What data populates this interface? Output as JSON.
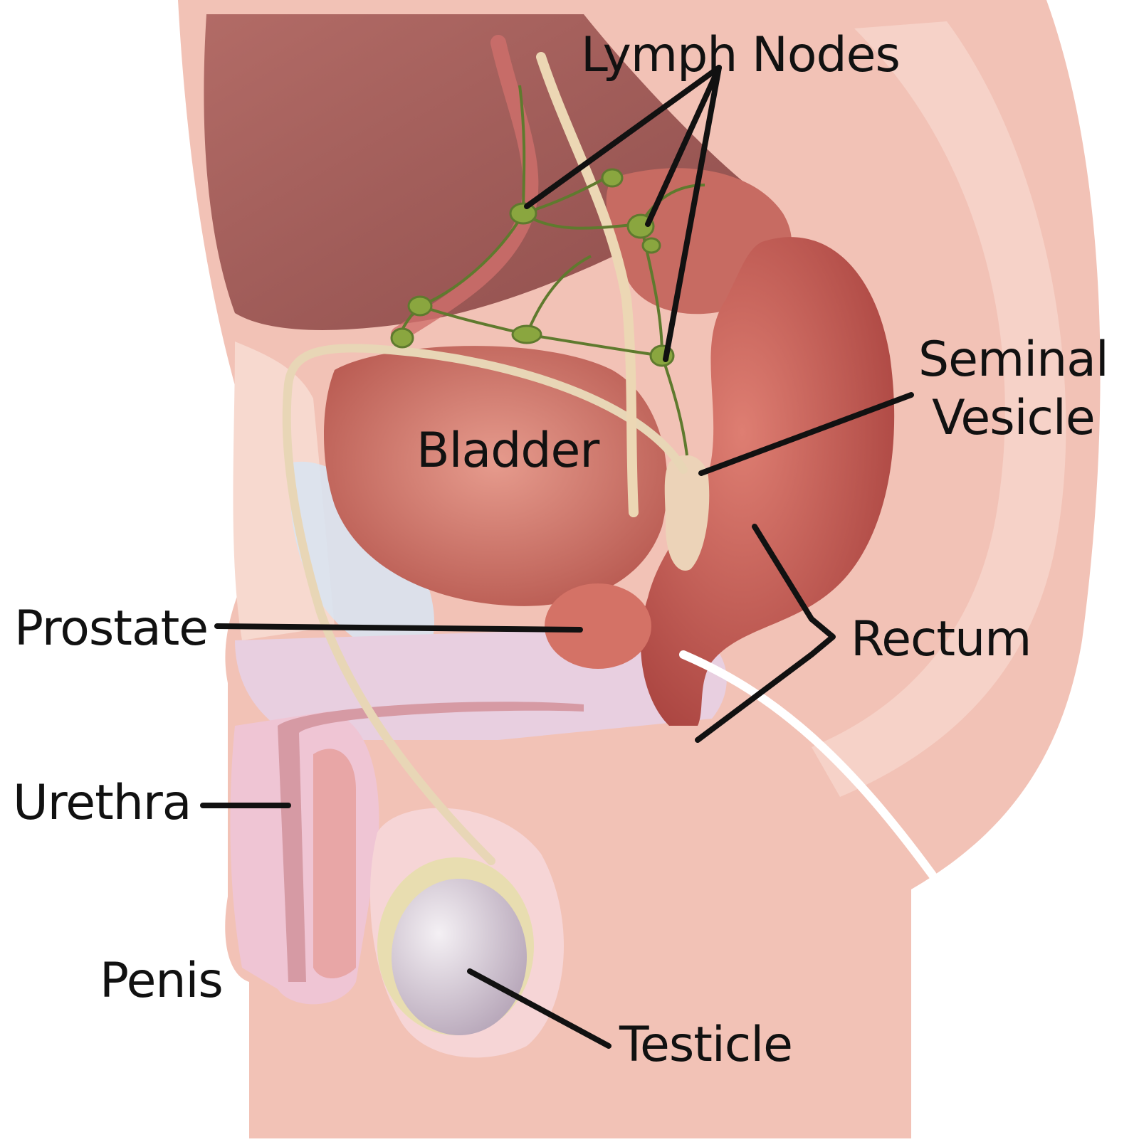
{
  "labels": {
    "lymph_nodes": "Lymph Nodes",
    "seminal_vesicle_line1": "Seminal",
    "seminal_vesicle_line2": "Vesicle",
    "bladder": "Bladder",
    "prostate": "Prostate",
    "rectum": "Rectum",
    "urethra": "Urethra",
    "penis": "Penis",
    "testicle": "Testicle"
  },
  "colors": {
    "skin": "#f2c2b6",
    "skin_light": "#f8dcd3",
    "cavity": "#a8625d",
    "bladder": "#d77f73",
    "rectum": "#c95d55",
    "lymph_green": "#7f9a3c",
    "leader_line": "#111111"
  }
}
